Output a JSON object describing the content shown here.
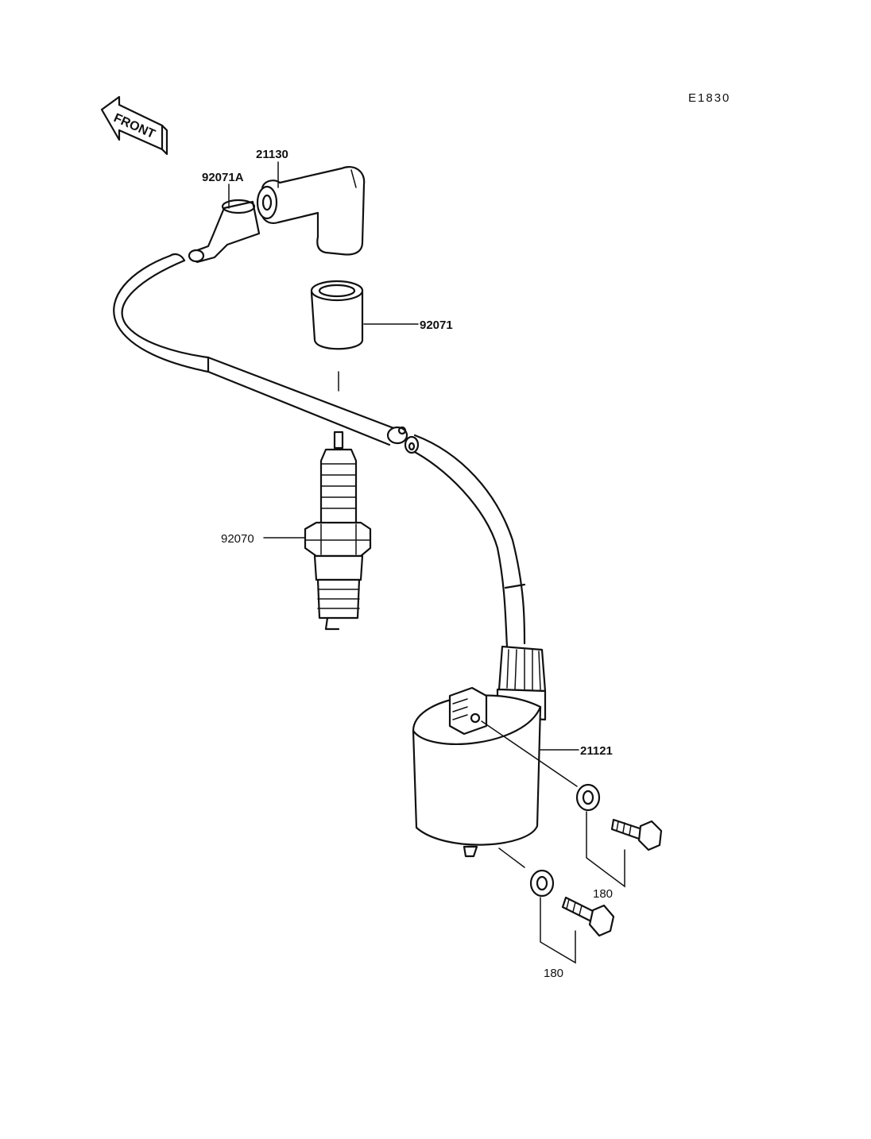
{
  "diagram_code": "E1830",
  "front_arrow_label": "FRONT",
  "parts": {
    "cap": "21130",
    "boot_adapter": "92071A",
    "cap_cover": "92071",
    "spark_plug": "92070",
    "ignition_coil": "21121",
    "bolt_upper": "180",
    "bolt_lower": "180"
  }
}
